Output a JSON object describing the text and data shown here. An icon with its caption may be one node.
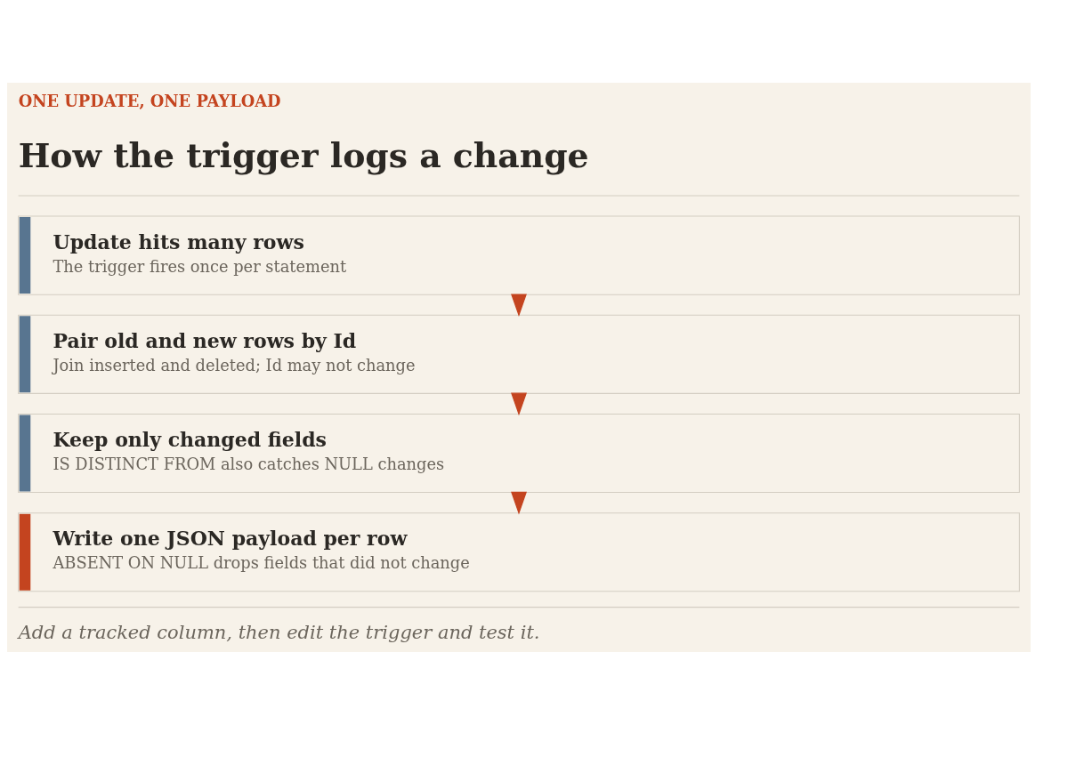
{
  "diagram": {
    "title": "How the trigger logs a change",
    "caption": "Add a tracked column, then edit the trigger and test it.",
    "nodes": [
      {
        "text": [
          "Update hits many rows",
          "The trigger fires once per statement"
        ]
      },
      {
        "text": [
          "Pair old and new rows by Id",
          "Join inserted and deleted; Id may not change"
        ]
      },
      {
        "text": [
          "Keep only changed fields",
          "IS DISTINCT FROM also catches NULL changes"
        ]
      },
      {
        "text": [
          "Write one JSON payload per row",
          "ABSENT ON NULL drops fields that did not change"
        ]
      }
    ],
    "edges": [
      {
        "from": 0,
        "to": 1,
        "arrow": "to"
      },
      {
        "from": 1,
        "to": 2,
        "arrow": "to"
      },
      {
        "from": 2,
        "to": 3,
        "arrow": "to"
      }
    ],
    "labels": [
      "ONE UPDATE, ONE PAYLOAD"
    ]
  }
}
